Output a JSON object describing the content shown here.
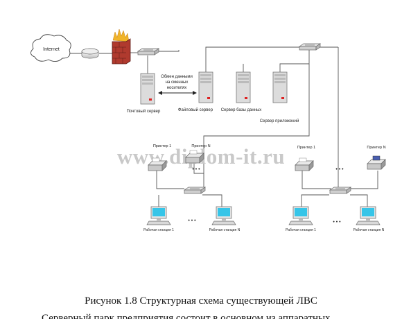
{
  "internet": {
    "label": "Internet"
  },
  "exchange_note": {
    "line1": "Обмен данными",
    "line2": "на сменных",
    "line3": "носителях"
  },
  "servers": {
    "mail": "Почтовый сервер",
    "file": "Файловый сервер",
    "db": "Сервер базы данных",
    "app": "Сервер приложений"
  },
  "printers": {
    "left_1": "Принтер 1",
    "left_n": "Принтер N",
    "right_1": "Принтер 1",
    "right_n": "Принтер N"
  },
  "workstations": {
    "left_1": "Рабочая станция 1",
    "left_n": "Рабочая станция N",
    "right_1": "Рабочая станция 1",
    "right_n": "Рабочая станция N"
  },
  "ellipsis": "• • •",
  "watermark": "www.diplom-it.ru",
  "caption": "Рисунок 1.8 Структурная схема существующей ЛВС",
  "body_text": "Серверный парк предприятия состоит в основном из аппаратных",
  "colors": {
    "firewall": "#b03a2e",
    "flames": "#f0b429",
    "screen": "#36c5e8",
    "server": "#d9d9d9"
  }
}
